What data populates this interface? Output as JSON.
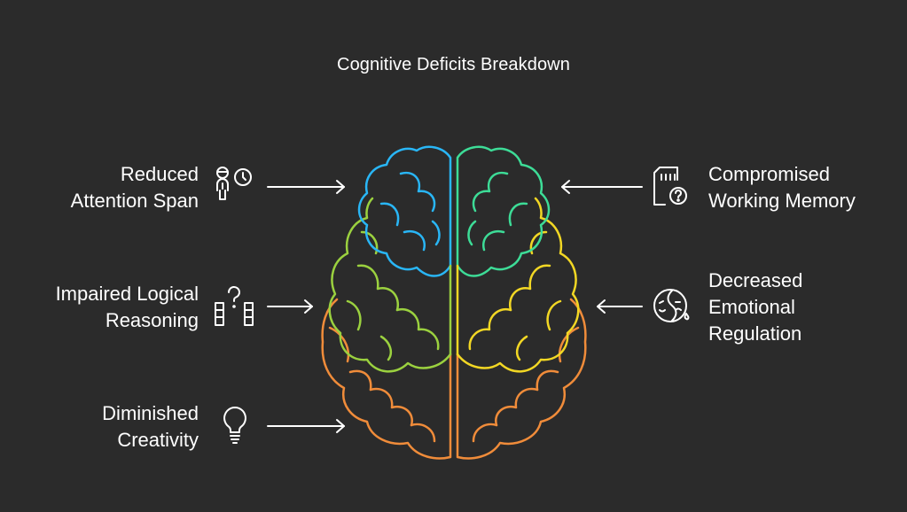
{
  "title": "Cognitive Deficits Breakdown",
  "left_items": [
    {
      "label": "Reduced\nAttention Span",
      "icon": "person-clock-icon"
    },
    {
      "label": "Impaired Logical\nReasoning",
      "icon": "logic-blocks-icon"
    },
    {
      "label": "Diminished\nCreativity",
      "icon": "lightbulb-icon"
    }
  ],
  "right_items": [
    {
      "label": "Compromised\nWorking Memory",
      "icon": "memory-card-question-icon"
    },
    {
      "label": "Decreased\nEmotional\nRegulation",
      "icon": "emotion-mask-icon"
    }
  ],
  "colors": {
    "background": "#2b2b2b",
    "text": "#ffffff",
    "blue": "#29b6f6",
    "green": "#3ddc97",
    "lime": "#9bd13f",
    "yellow": "#f2d724",
    "orange": "#f08c3a"
  }
}
